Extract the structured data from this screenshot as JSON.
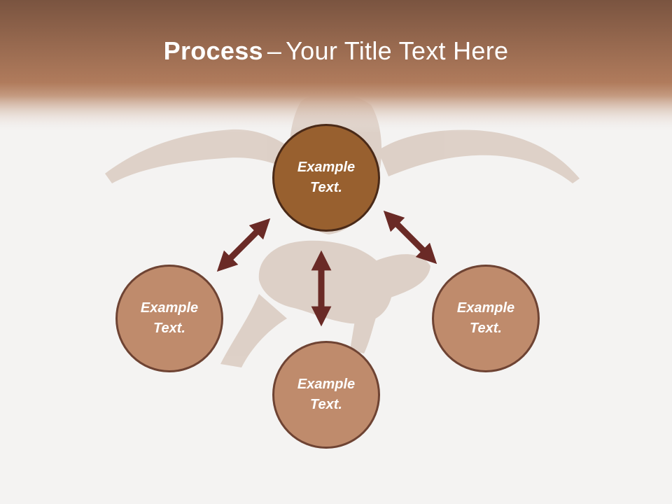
{
  "slide": {
    "title_bold": "Process",
    "title_dash": "–",
    "title_rest": "Your Title Text Here"
  },
  "nodes": {
    "top": {
      "line1": "Example",
      "line2": "Text."
    },
    "left": {
      "line1": "Example",
      "line2": "Text."
    },
    "right": {
      "line1": "Example",
      "line2": "Text."
    },
    "bottom": {
      "line1": "Example",
      "line2": "Text."
    }
  },
  "colors": {
    "banner_top": "#7a4f3a",
    "banner_bottom": "#b57d5e",
    "center_node": "#98602f",
    "side_node": "#bf8b6c",
    "arrow": "#6a2a26"
  }
}
